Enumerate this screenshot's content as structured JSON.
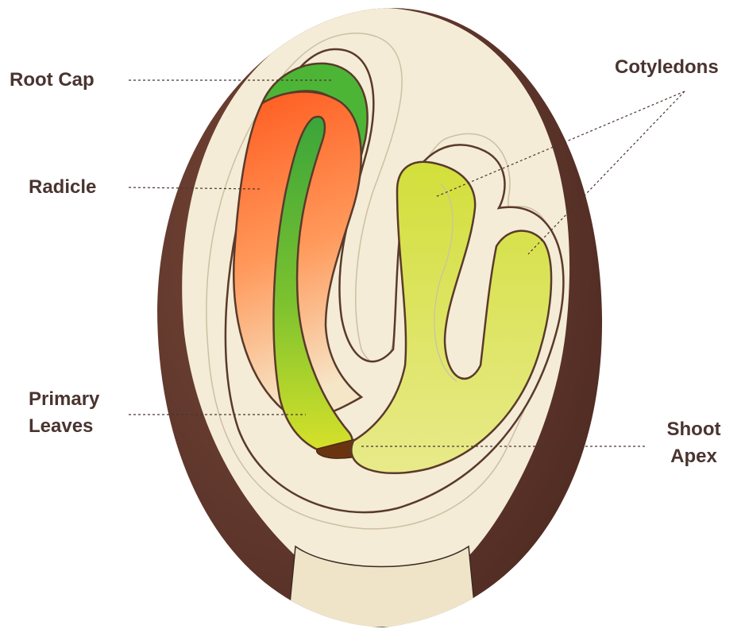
{
  "labels": {
    "root_cap": "Root Cap",
    "radicle": "Radicle",
    "primary_leaves": [
      "Primary",
      "Leaves"
    ],
    "cotyledons": "Cotyledons",
    "shoot_apex": [
      "Shoot",
      "Apex"
    ]
  },
  "colors": {
    "seed_coat": "#5b352b",
    "endosperm": "#f4ecd6",
    "outline": "#5a3a2a",
    "root_cap": "#4db536",
    "radicle_top": "#ff5a1f",
    "radicle_bottom": "#f6e6c8",
    "hypocotyl_green": "#3aa53a",
    "primary_leaves": "#d9e22a",
    "cotyledon": "#d8e23a",
    "shoot_apex": "#6b3410",
    "label_text": "#4a3430"
  }
}
